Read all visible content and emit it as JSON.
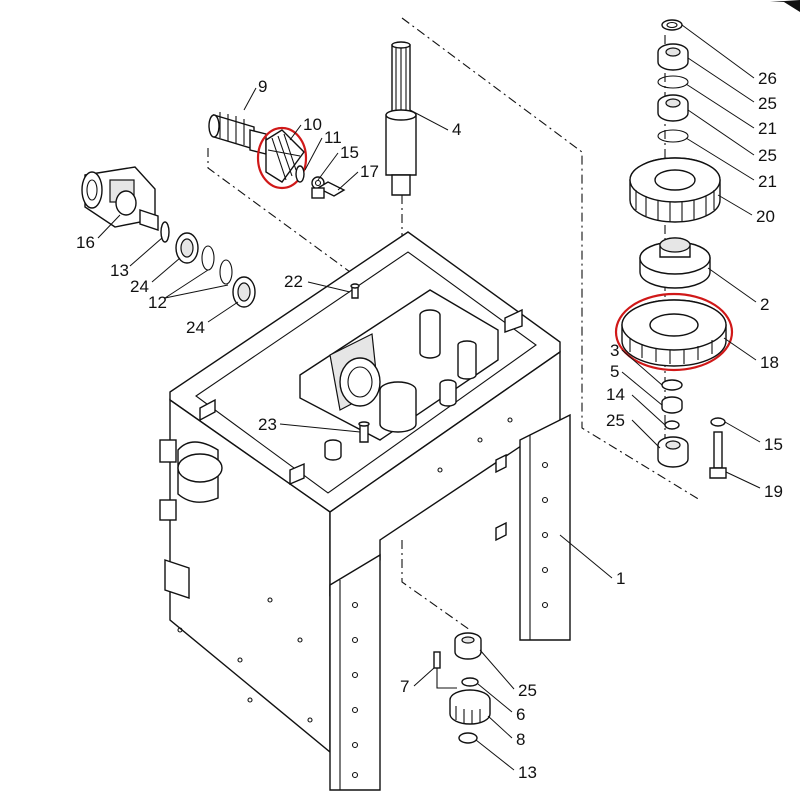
{
  "callouts": [
    {
      "id": "c9",
      "text": "9"
    },
    {
      "id": "c10",
      "text": "10"
    },
    {
      "id": "c11",
      "text": "11"
    },
    {
      "id": "c15a",
      "text": "15"
    },
    {
      "id": "c17",
      "text": "17"
    },
    {
      "id": "c4",
      "text": "4"
    },
    {
      "id": "c16",
      "text": "16"
    },
    {
      "id": "c13a",
      "text": "13"
    },
    {
      "id": "c24a",
      "text": "24"
    },
    {
      "id": "c12",
      "text": "12"
    },
    {
      "id": "c24b",
      "text": "24"
    },
    {
      "id": "c22",
      "text": "22"
    },
    {
      "id": "c23",
      "text": "23"
    },
    {
      "id": "c26",
      "text": "26"
    },
    {
      "id": "c25a",
      "text": "25"
    },
    {
      "id": "c21a",
      "text": "21"
    },
    {
      "id": "c25b",
      "text": "25"
    },
    {
      "id": "c21b",
      "text": "21"
    },
    {
      "id": "c20",
      "text": "20"
    },
    {
      "id": "c2",
      "text": "2"
    },
    {
      "id": "c18",
      "text": "18"
    },
    {
      "id": "c3",
      "text": "3"
    },
    {
      "id": "c5",
      "text": "5"
    },
    {
      "id": "c14",
      "text": "14"
    },
    {
      "id": "c25c",
      "text": "25"
    },
    {
      "id": "c15b",
      "text": "15"
    },
    {
      "id": "c19",
      "text": "19"
    },
    {
      "id": "c1",
      "text": "1"
    },
    {
      "id": "c7",
      "text": "7"
    },
    {
      "id": "c25d",
      "text": "25"
    },
    {
      "id": "c6",
      "text": "6"
    },
    {
      "id": "c8",
      "text": "8"
    },
    {
      "id": "c13b",
      "text": "13"
    }
  ],
  "highlights": [
    {
      "part": "10",
      "color": "#d01818"
    },
    {
      "part": "18",
      "color": "#d01818"
    }
  ],
  "colors": {
    "line": "#111111",
    "highlight": "#d01818",
    "background": "#ffffff"
  }
}
